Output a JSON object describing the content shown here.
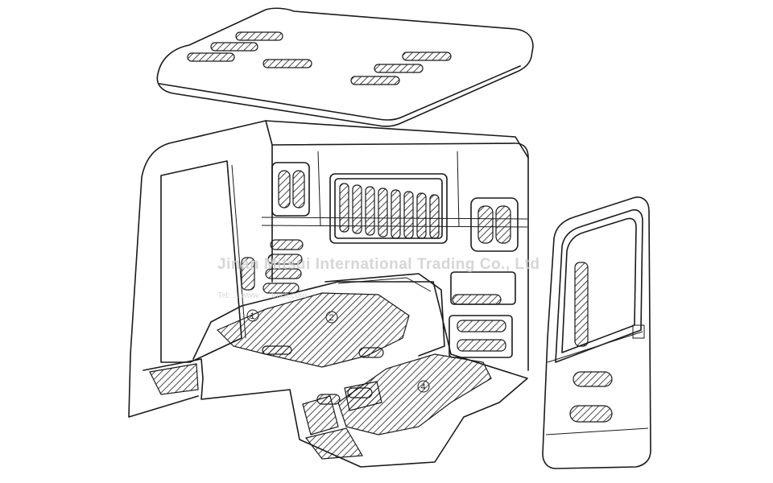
{
  "watermark": {
    "company": "Jinan Mitsui International Trading Co., Ltd",
    "contact": "Tel: ... www. ... truck.com"
  },
  "callouts": [
    "1",
    "2",
    "4"
  ]
}
